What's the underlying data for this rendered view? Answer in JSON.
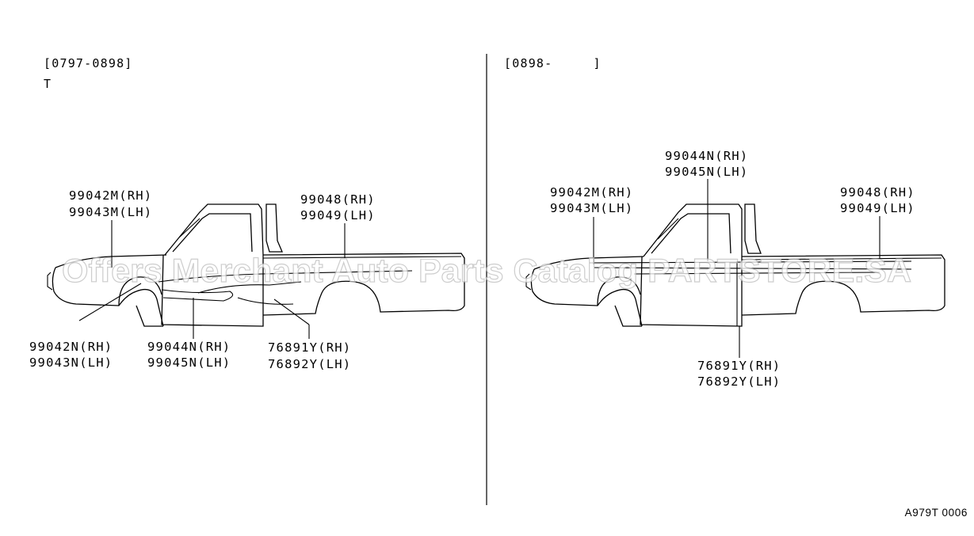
{
  "left_panel": {
    "header": "[0797-0898]",
    "subheader": "T",
    "labels": {
      "l1": "99042M(RH)",
      "l2": "99043M(LH)",
      "l3": "99048(RH)",
      "l4": "99049(LH)",
      "l5": "99042N(RH)",
      "l6": "99043N(LH)",
      "l7": "99044N(RH)",
      "l8": "99045N(LH)",
      "l9": "76891Y(RH)",
      "l10": "76892Y(LH)"
    }
  },
  "right_panel": {
    "header": "[0898-     ]",
    "labels": {
      "r1": "99044N(RH)",
      "r2": "99045N(LH)",
      "r3": "99042M(RH)",
      "r4": "99043M(LH)",
      "r5": "99048(RH)",
      "r6": "99049(LH)",
      "r7": "76891Y(RH)",
      "r8": "76892Y(LH)"
    }
  },
  "watermark": "Offers Merchant Auto Parts Catalog PARTSTORE.SA",
  "reference_code": "A979T 0006"
}
